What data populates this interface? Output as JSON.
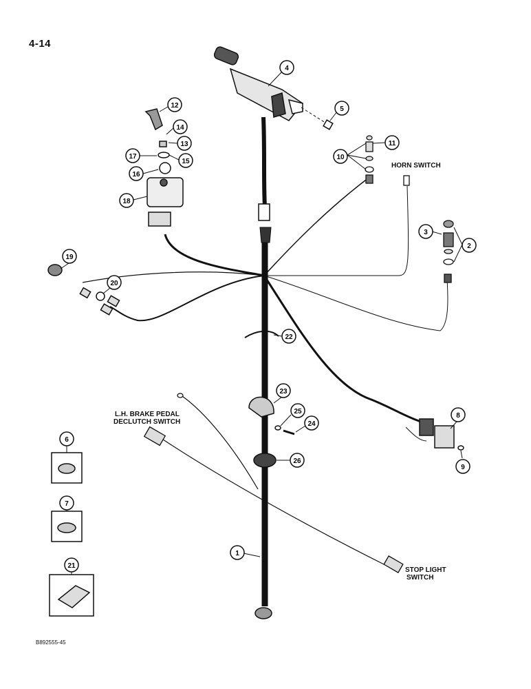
{
  "page": {
    "number": "4-14",
    "figure_code": "B892555-45"
  },
  "labels": {
    "horn_switch": "HORN SWITCH",
    "brake_line1": "L.H. BRAKE PEDAL",
    "brake_line2": "DECLUTCH SWITCH",
    "stop_line1": "STOP LIGHT",
    "stop_line2": "SWITCH"
  },
  "callouts": [
    "1",
    "2",
    "3",
    "4",
    "5",
    "6",
    "7",
    "8",
    "9",
    "10",
    "11",
    "12",
    "13",
    "14",
    "15",
    "16",
    "17",
    "18",
    "19",
    "20",
    "21",
    "22",
    "23",
    "24",
    "25",
    "26"
  ]
}
